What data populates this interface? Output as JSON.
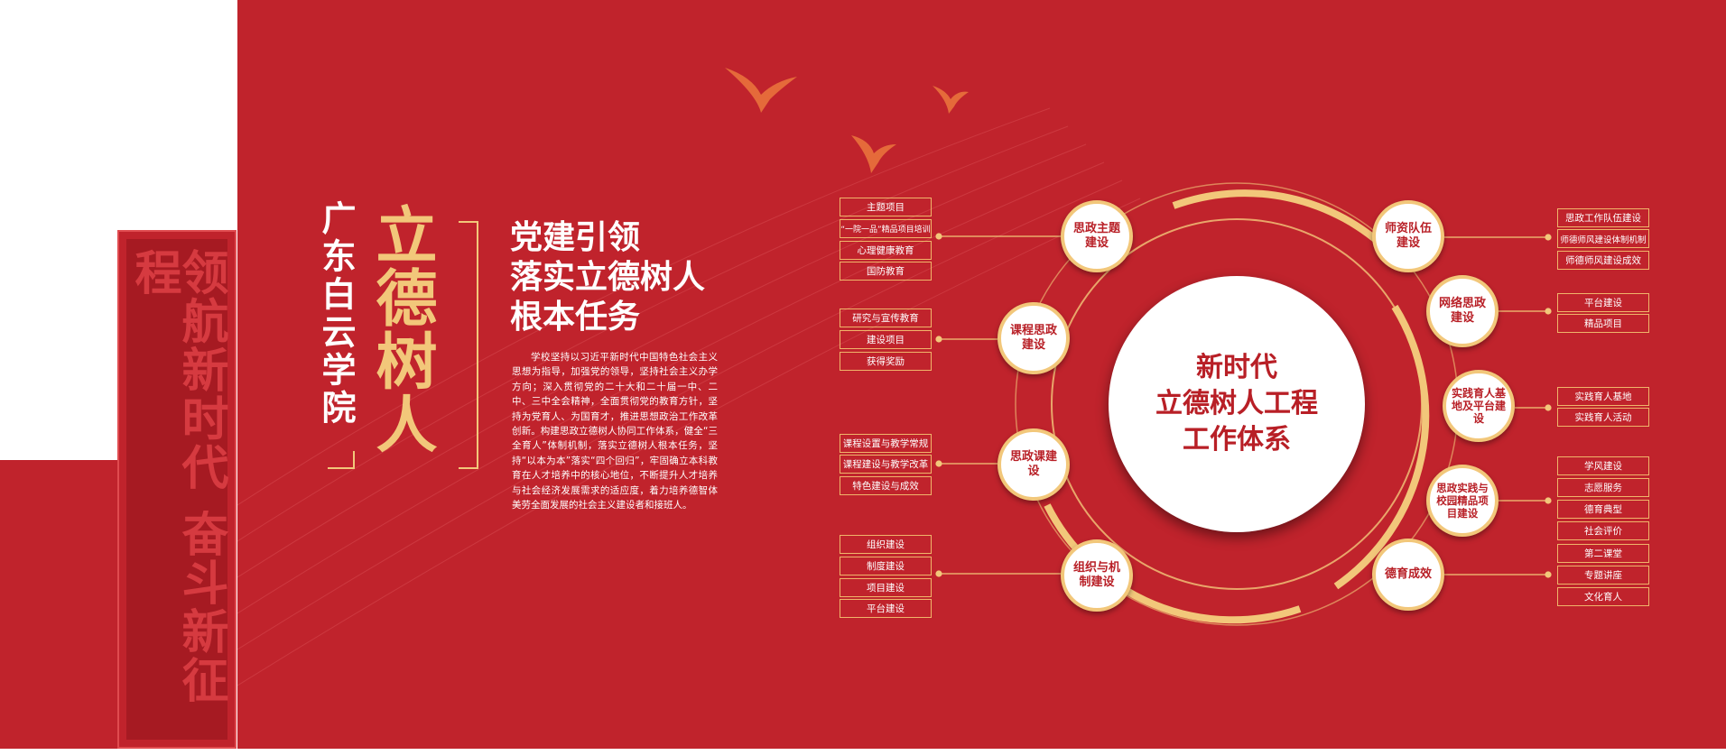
{
  "banner": {
    "slogan": "领航新时代 奋斗新征程"
  },
  "school_name": "广东白云学院",
  "calligraphy": "立德树人",
  "headline": [
    "党建引领",
    "落实立德树人",
    "根本任务"
  ],
  "paragraph": "学校坚持以习近平新时代中国特色社会主义思想为指导，加强党的领导，坚持社会主义办学方向；深入贯彻党的二十大和二十届一中、二中、三中全会精神，全面贯彻党的教育方针，坚持为党育人、为国育才，推进思想政治工作改革创新。构建思政立德树人协同工作体系，健全“三全育人”体制机制，落实立德树人根本任务，坚持“以本为本”落实“四个回归”，牢固确立本科教育在人才培养中的核心地位，不断提升人才培养与社会经济发展需求的适应度，着力培养德智体美劳全面发展的社会主义建设者和接班人。",
  "center": [
    "新时代",
    "立德树人工程",
    "工作体系"
  ],
  "nodes": [
    {
      "label": "思政主题建设",
      "items": [
        "主题项目",
        "“一院一品”精品项目培训",
        "心理健康教育",
        "国防教育"
      ]
    },
    {
      "label": "课程思政建设",
      "items": [
        "研究与宣传教育",
        "建设项目",
        "获得奖励"
      ]
    },
    {
      "label": "思政课建设",
      "items": [
        "课程设置与教学常规",
        "课程建设与教学改革",
        "特色建设与成效"
      ]
    },
    {
      "label": "组织与机制建设",
      "items": [
        "组织建设",
        "制度建设",
        "项目建设",
        "平台建设"
      ]
    },
    {
      "label": "师资队伍建设",
      "items": [
        "思政工作队伍建设",
        "师德师风建设体制机制",
        "师德师风建设成效"
      ]
    },
    {
      "label": "网络思政建设",
      "items": [
        "平台建设",
        "精品项目"
      ]
    },
    {
      "label": "实践育人基地及平台建设",
      "items": [
        "实践育人基地",
        "实践育人活动"
      ]
    },
    {
      "label": "思政实践与校园精品项目建设",
      "items": [
        "学风建设",
        "志愿服务",
        "德育典型",
        "社会评价"
      ]
    },
    {
      "label": "德育成效",
      "items": [
        "第二课堂",
        "专题讲座",
        "文化育人"
      ]
    }
  ],
  "colors": {
    "red": "#c0232c",
    "gold": "#f2c77a"
  }
}
